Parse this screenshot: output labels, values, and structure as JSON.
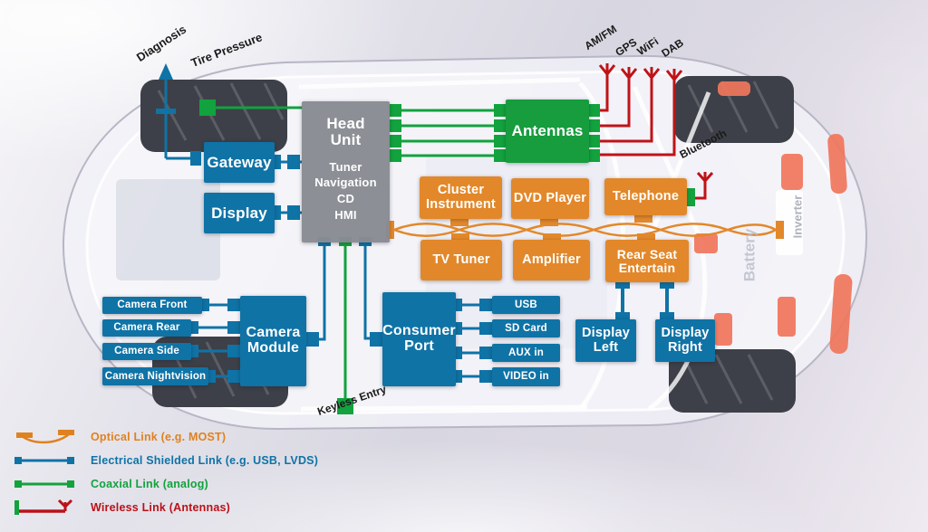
{
  "colors": {
    "blue": "#0f73a6",
    "orange": "#e2882a",
    "green": "#179c3e",
    "red": "#bf1318",
    "gray": "#8a8d94"
  },
  "nodes": {
    "gateway": "Gateway",
    "display": "Display",
    "head_unit": {
      "title": "Head Unit",
      "subs": [
        "Tuner",
        "Navigation",
        "CD",
        "HMI"
      ]
    },
    "antennas": "Antennas",
    "cluster_instrument": "Cluster Instrument",
    "dvd_player": "DVD Player",
    "telephone": "Telephone",
    "tv_tuner": "TV Tuner",
    "amplifier": "Amplifier",
    "rear_seat_entertain": "Rear Seat Entertain",
    "cameras": [
      "Camera Front",
      "Camera Rear",
      "Camera Side",
      "Camera Nightvision"
    ],
    "camera_module": "Camera Module",
    "consumer_port": "Consumer Port",
    "ports": [
      "USB",
      "SD Card",
      "AUX in",
      "VIDEO in"
    ],
    "display_left": "Display Left",
    "display_right": "Display Right"
  },
  "labels": {
    "diagnosis": "Diagnosis",
    "tire_pressure": "Tire Pressure",
    "keyless_entry": "Keyless Entry",
    "bluetooth": "Bluetooth",
    "antenna_links": [
      "AM/FM",
      "GPS",
      "WiFi",
      "DAB"
    ]
  },
  "car": {
    "decor_texts": [
      "Inverter",
      "Battery"
    ]
  },
  "legend": [
    {
      "type": "optical",
      "label": "Optical Link (e.g. MOST)",
      "color": "#e0811f"
    },
    {
      "type": "electrical",
      "label": "Electrical Shielded Link (e.g. USB, LVDS)",
      "color": "#0f73a6"
    },
    {
      "type": "coaxial",
      "label": "Coaxial Link (analog)",
      "color": "#12a23e"
    },
    {
      "type": "wireless",
      "label": "Wireless Link (Antennas)",
      "color": "#bb1118"
    }
  ]
}
